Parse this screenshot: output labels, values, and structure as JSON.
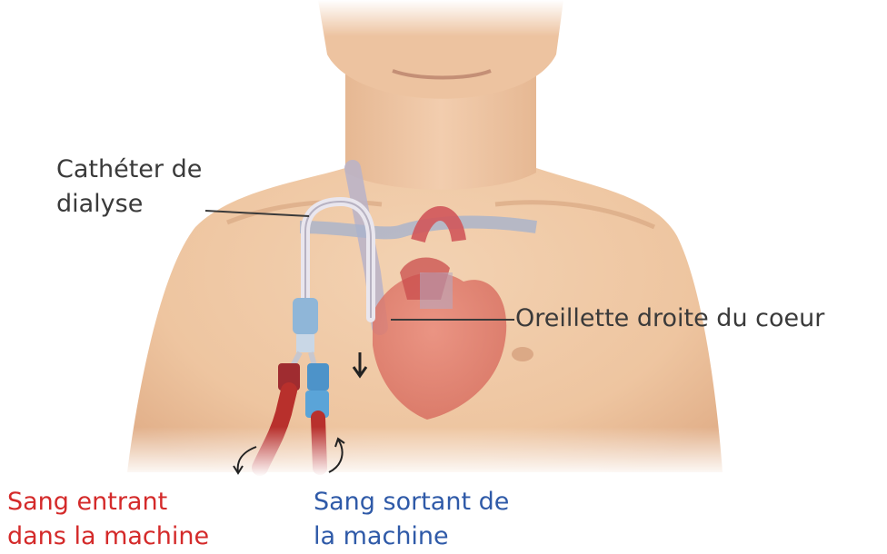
{
  "labels": {
    "catheter": {
      "line1": "Cathéter de",
      "line2": "dialyse"
    },
    "oreillette": {
      "text": "Oreillette droite du coeur"
    },
    "sang_entrant": {
      "line1": "Sang entrant",
      "line2": "dans la machine"
    },
    "sang_sortant": {
      "line1": "Sang sortant de",
      "line2": "la machine"
    }
  },
  "colors": {
    "label_dark": "#3a3a3a",
    "label_red": "#d42a2a",
    "label_blue": "#2f5aa8",
    "skin": "#efc9a6",
    "heart": "#d96a5e",
    "tube_red": "#b8302c",
    "tube_blue": "#5aa4d8"
  }
}
